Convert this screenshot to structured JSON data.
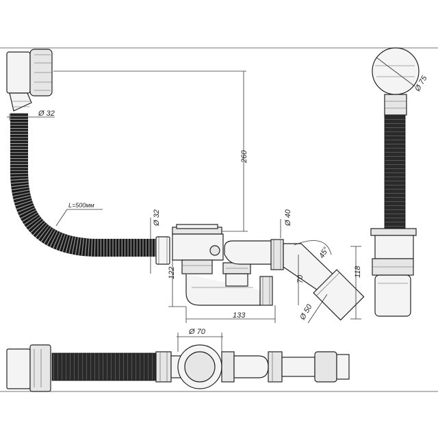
{
  "labels": {
    "d32_top": "Ø 32",
    "h260": "260",
    "hose_length": "L=500мм",
    "d32_mid": "Ø 32",
    "d40": "Ø 40",
    "angle45": "45°",
    "h122": "122",
    "h70": "70",
    "h118": "118",
    "w133": "133",
    "d50": "Ø 50",
    "d75": "Ø 75",
    "d70": "Ø 70"
  },
  "colors": {
    "line": "#222222",
    "hose": "#111111",
    "fill": "#f4f4f4"
  }
}
